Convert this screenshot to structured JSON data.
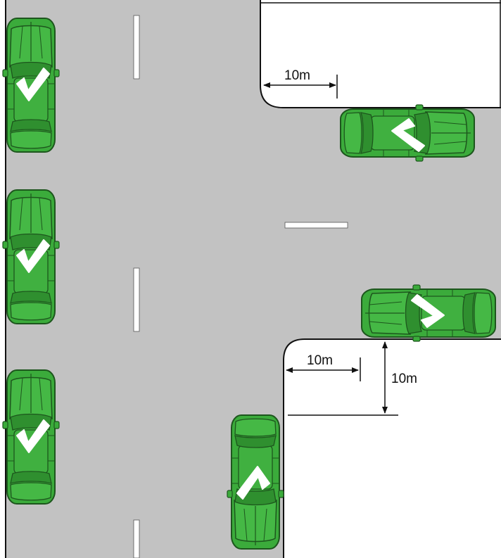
{
  "diagram": {
    "colors": {
      "road": "#c2c2c2",
      "kerb_line": "#111111",
      "lane_marking": "#ffffff",
      "car_body": "#3bab3b",
      "car_outline": "#1d561d",
      "check_mark": "#ffffff",
      "dimension_line": "#111111"
    },
    "dimensions": {
      "top_corner_label": "10m",
      "bottom_corner_horizontal_label": "10m",
      "bottom_corner_vertical_label": "10m"
    },
    "cars": [
      {
        "id": "left-1",
        "orientation": "up",
        "status_icon": "check-mark-icon"
      },
      {
        "id": "left-2",
        "orientation": "up",
        "status_icon": "check-mark-icon"
      },
      {
        "id": "left-3",
        "orientation": "up",
        "status_icon": "check-mark-icon"
      },
      {
        "id": "side-road-top",
        "orientation": "right",
        "status_icon": "check-mark-icon"
      },
      {
        "id": "side-road-bottom",
        "orientation": "left",
        "status_icon": "check-mark-icon"
      },
      {
        "id": "main-road-right",
        "orientation": "down",
        "status_icon": "check-mark-icon"
      }
    ]
  }
}
